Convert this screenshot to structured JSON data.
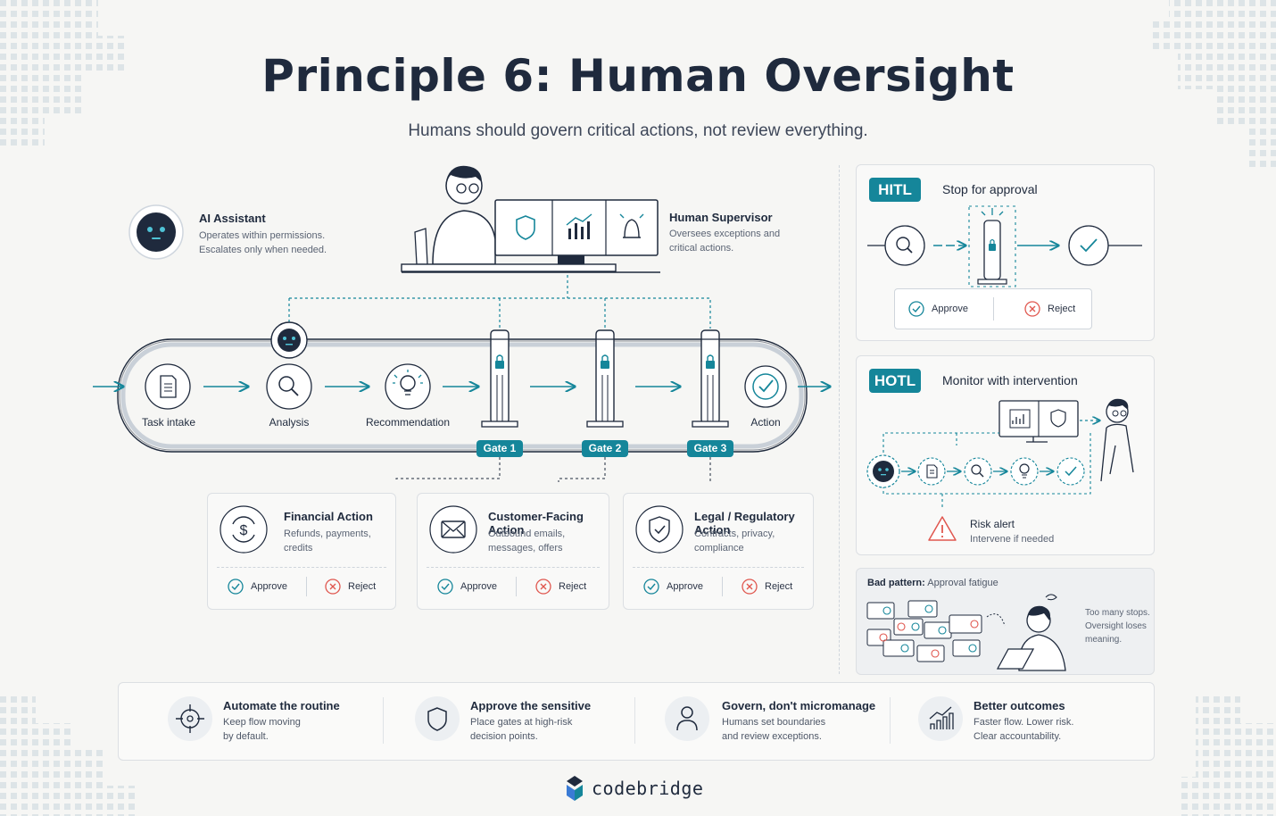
{
  "header": {
    "title": "Principle 6: Human Oversight",
    "subtitle": "Humans should govern critical actions, not review everything."
  },
  "ai_assistant": {
    "title": "AI Assistant",
    "line1": "Operates within permissions.",
    "line2": "Escalates only when needed."
  },
  "human_supervisor": {
    "title": "Human Supervisor",
    "line1": "Oversees exceptions and",
    "line2": "critical actions."
  },
  "pipeline": {
    "nodes": [
      "Task intake",
      "Analysis",
      "Recommendation",
      "Action"
    ],
    "gates": [
      "Gate 1",
      "Gate 2",
      "Gate 3"
    ]
  },
  "actions": [
    {
      "title": "Financial Action",
      "line1": "Refunds, payments,",
      "line2": "credits",
      "approve": "Approve",
      "reject": "Reject",
      "icon": "dollar-cycle-icon"
    },
    {
      "title": "Customer-Facing Action",
      "line1": "Outbound emails,",
      "line2": "messages, offers",
      "approve": "Approve",
      "reject": "Reject",
      "icon": "envelope-icon"
    },
    {
      "title": "Legal / Regulatory Action",
      "line1": "Contracts, privacy,",
      "line2": "compliance",
      "approve": "Approve",
      "reject": "Reject",
      "icon": "shield-check-icon"
    }
  ],
  "hitl": {
    "badge": "HITL",
    "title": "Stop for approval",
    "approve": "Approve",
    "reject": "Reject"
  },
  "hotl": {
    "badge": "HOTL",
    "title": "Monitor with intervention",
    "alert_title": "Risk alert",
    "alert_text": "Intervene if needed"
  },
  "bad_pattern": {
    "label": "Bad pattern:",
    "name": "Approval fatigue",
    "line1": "Too many stops.",
    "line2": "Oversight loses",
    "line3": "meaning."
  },
  "features": [
    {
      "title": "Automate the routine",
      "line1": "Keep flow moving",
      "line2": "by default.",
      "icon": "crosshair-icon"
    },
    {
      "title": "Approve the sensitive",
      "line1": "Place gates at high-risk",
      "line2": "decision points.",
      "icon": "shield-icon"
    },
    {
      "title": "Govern, don't micromanage",
      "line1": "Humans set boundaries",
      "line2": "and review exceptions.",
      "icon": "person-icon"
    },
    {
      "title": "Better outcomes",
      "line1": "Faster flow. Lower risk.",
      "line2": "Clear accountability.",
      "icon": "bar-chart-icon"
    }
  ],
  "footer": {
    "brand": "codebridge"
  },
  "colors": {
    "accent": "#15869a",
    "dark": "#1f2a3d",
    "reject": "#e0574f",
    "approve": "#15869a"
  }
}
